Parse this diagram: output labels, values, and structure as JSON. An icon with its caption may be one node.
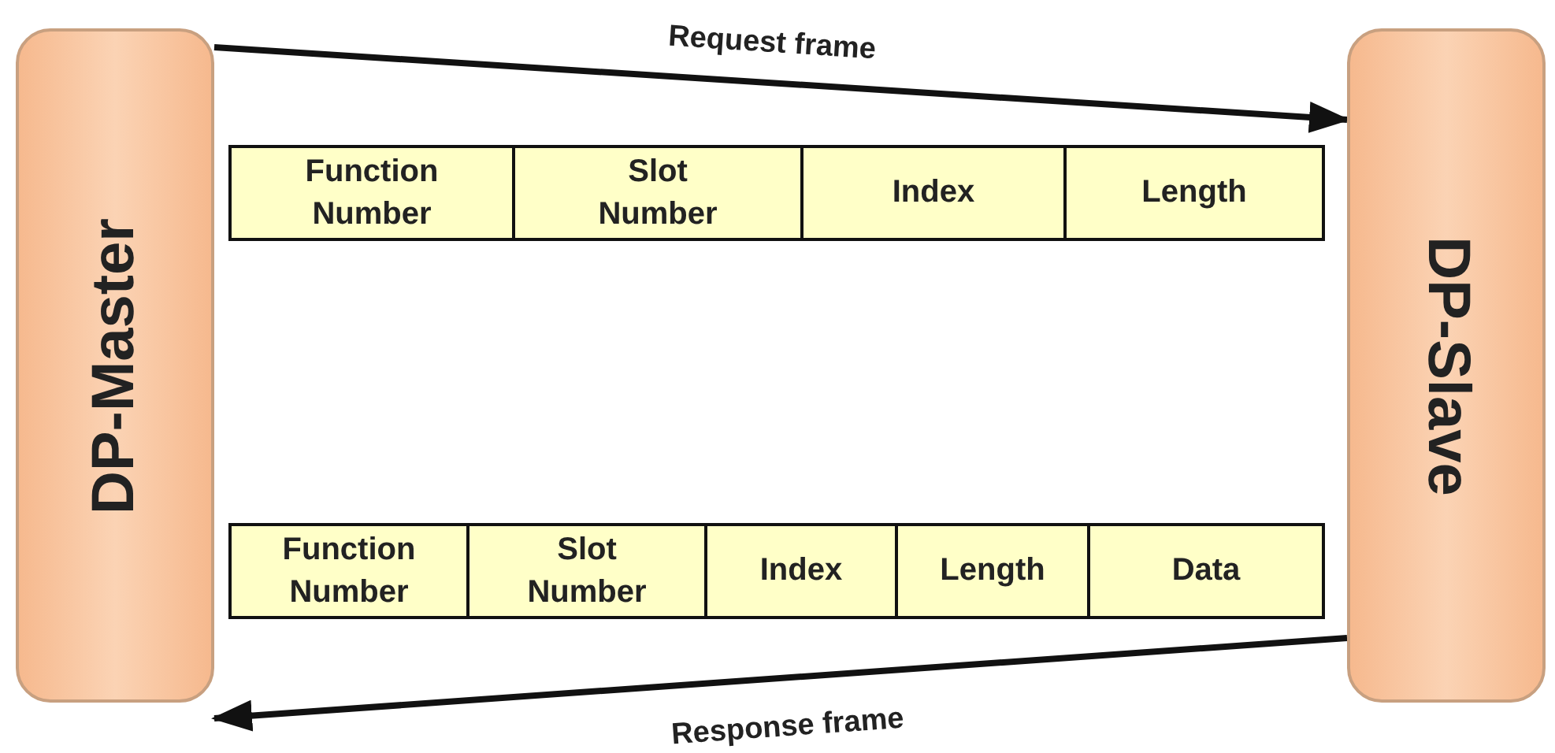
{
  "diagram": {
    "nodes": [
      {
        "text": [
          "DP-Master"
        ]
      },
      {
        "text": [
          "DP-Slave"
        ]
      },
      {
        "text": [
          "Function Number"
        ]
      },
      {
        "text": [
          "Slot Number"
        ]
      },
      {
        "text": [
          "Index"
        ]
      },
      {
        "text": [
          "Length"
        ]
      },
      {
        "text": [
          "Function Number"
        ]
      },
      {
        "text": [
          "Slot Number"
        ]
      },
      {
        "text": [
          "Index"
        ]
      },
      {
        "text": [
          "Length"
        ]
      },
      {
        "text": [
          "Data"
        ]
      }
    ],
    "edges": [
      {
        "from": 0,
        "to": 1,
        "arrow": "to",
        "label": "Request frame"
      },
      {
        "from": 1,
        "to": 0,
        "arrow": "to",
        "label": "Response frame"
      }
    ]
  }
}
